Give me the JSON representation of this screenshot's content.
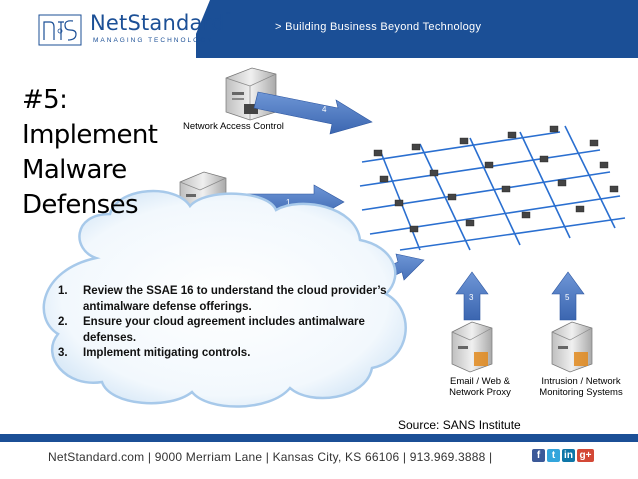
{
  "header": {
    "logo_text": "NetStandard",
    "logo_tm": "™",
    "logo_subtext": "MANAGING TECHNOLOGY",
    "tagline": "> Building Business Beyond Technology"
  },
  "title_lines": [
    "#5:",
    "Implement",
    "Malware",
    "Defenses"
  ],
  "diagram": {
    "network_access_label": "Network Access Control",
    "email_label": "Email / Web & Network Proxy",
    "ids_label": "Intrusion / Network Monitoring Systems",
    "arrow_numbers": [
      "4",
      "1",
      "3",
      "5"
    ]
  },
  "cloud_items": [
    {
      "num": "1.",
      "text": "Review the SSAE 16 to understand the cloud provider’s antimalware defense offerings."
    },
    {
      "num": "2.",
      "text": "Ensure your cloud agreement includes antimalware defenses."
    },
    {
      "num": "3.",
      "text": "Implement mitigating controls."
    }
  ],
  "source": "Source:  SANS Institute",
  "footer": {
    "contact": "NetStandard.com  |  9000 Merriam Lane  |  Kansas City, KS 66106  |  913.969.3888  |",
    "social": [
      "f",
      "t",
      "in",
      "g+"
    ]
  },
  "colors": {
    "brand_blue": "#1b4f96",
    "arrow_blue": "#4a78c2",
    "network_line": "#2a6fd0"
  }
}
